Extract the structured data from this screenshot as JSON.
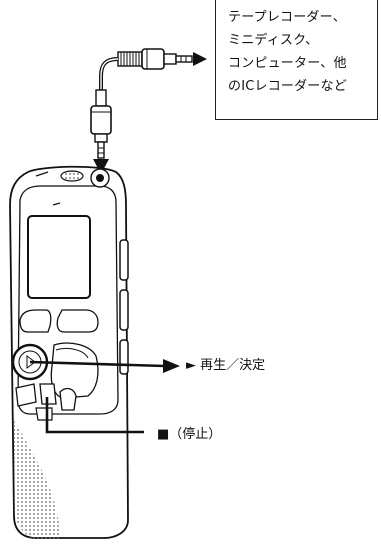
{
  "callout": {
    "lines": [
      "テープレコーダー、",
      "ミニディスク、",
      "コンピューター、他",
      "のICレコーダーなど"
    ]
  },
  "labels": {
    "play": "再生／決定",
    "stop": "（停止）"
  },
  "symbols": {
    "play": "►",
    "stop": "■"
  },
  "colors": {
    "ink": "#111111",
    "screen": "#ffffff",
    "speaker_dots": "#666666"
  }
}
